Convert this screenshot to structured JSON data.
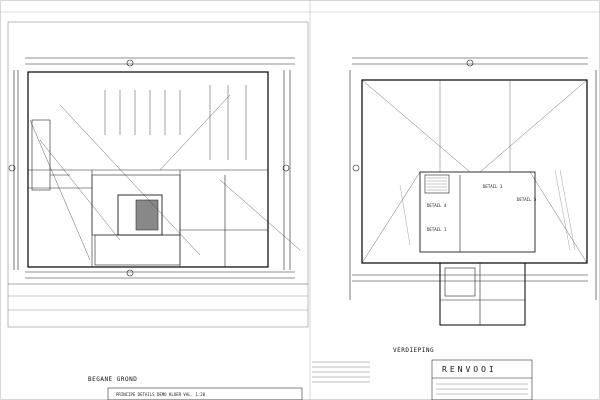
{
  "sheet": {
    "ground_floor_title": "BEGANE GROND",
    "upper_floor_title": "VERDIEPING",
    "legend_title": "RENVOOI",
    "title_bar_label": "PRINCIPE DETAILS DEMO KLOER VAL. 1:20",
    "detail_labels": [
      "DETAIL 3",
      "DETAIL 4",
      "DETAIL 1",
      "DETAIL 5"
    ]
  }
}
